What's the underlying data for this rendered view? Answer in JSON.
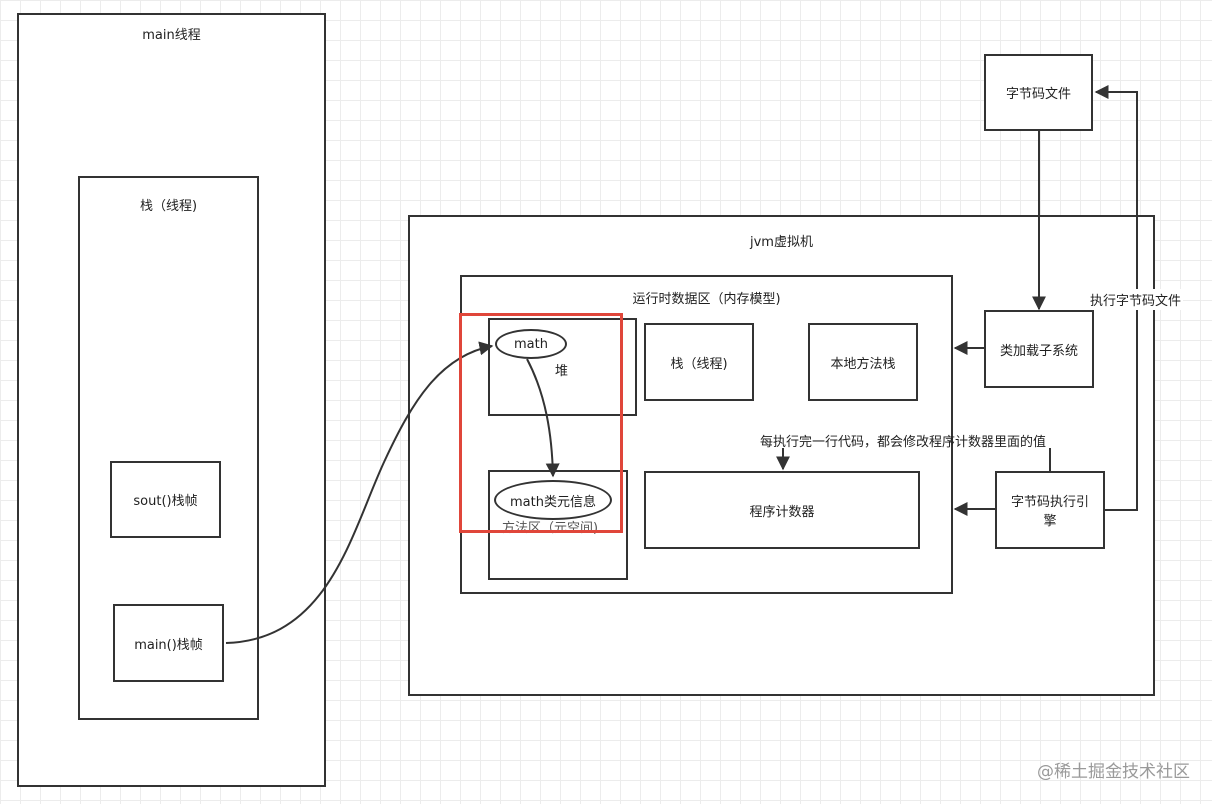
{
  "main_thread": {
    "title": "main线程",
    "stack": {
      "title": "栈（线程)",
      "frames": [
        "sout()栈帧",
        "main()栈帧"
      ]
    }
  },
  "bytecode_file": "字节码文件",
  "execute_label": "执行字节码文件",
  "jvm": {
    "title": "jvm虚拟机",
    "runtime": {
      "title": "运行时数据区（内存模型)",
      "heap": "堆",
      "math_object": "math",
      "stack": "栈（线程)",
      "native_stack": "本地方法栈",
      "method_area": "方法区（元空间)",
      "class_meta": "math类元信息",
      "program_counter": "程序计数器",
      "pc_note": "每执行完一行代码，都会修改程序计数器里面的值"
    },
    "class_loader": "类加载子系统",
    "execution_engine": "字节码执行引擎"
  },
  "watermark": "@稀土掘金技术社区",
  "colors": {
    "highlight": "#e0463a",
    "stroke": "#333333"
  }
}
